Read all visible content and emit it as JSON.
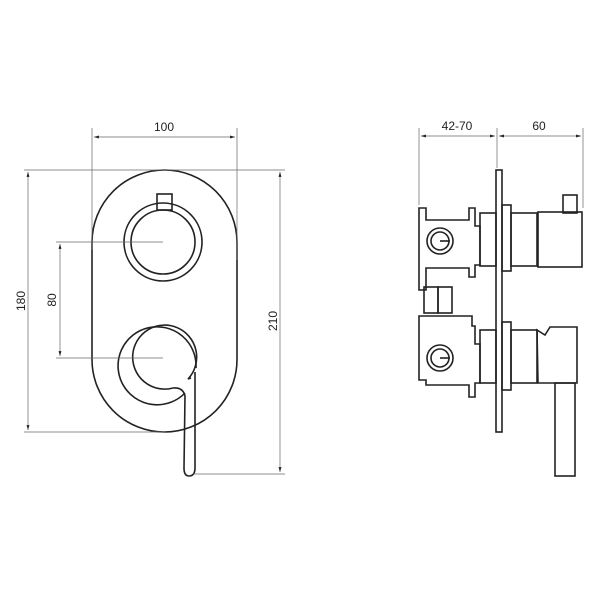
{
  "dimensions": {
    "width": "100",
    "height_plate": "180",
    "knob_spacing": "80",
    "height_total": "210",
    "wall_depth": "42-70",
    "projection": "60"
  },
  "colors": {
    "line": "#222222",
    "dimension_line": "#666666"
  }
}
